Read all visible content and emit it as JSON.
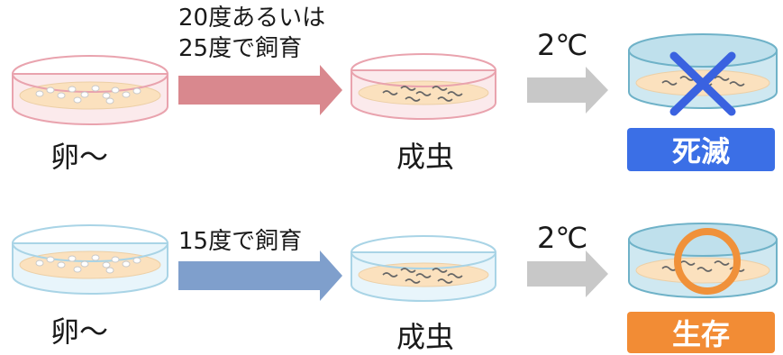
{
  "colors": {
    "warm_dish_rim": "#e9a3ae",
    "warm_dish_wall": "#fbeaec",
    "cool_dish_rim": "#a9d4e6",
    "cool_dish_wall": "#e8f5fb",
    "cold_dish_rim": "#6fb2c8",
    "cold_dish_wall": "#cfe8f1",
    "medium": "#fbe1be",
    "warm_arrow": "#d9888e",
    "cool_arrow": "#7f9fcc",
    "cold_arrow": "#c8c8c8",
    "death_mark": "#3a62e0",
    "survive_mark": "#f0913a",
    "death_badge": "#3b6fe6",
    "survive_badge": "#f28c35"
  },
  "rows": [
    {
      "start_label": "卵〜",
      "rearing_condition": [
        "20度あるいは",
        "25度で飼育"
      ],
      "adult_label": "成虫",
      "cold_treatment": "2℃",
      "outcome_mark": "cross-icon",
      "outcome_label": "死滅"
    },
    {
      "start_label": "卵〜",
      "rearing_condition": [
        "15度で飼育"
      ],
      "adult_label": "成虫",
      "cold_treatment": "2℃",
      "outcome_mark": "circle-icon",
      "outcome_label": "生存"
    }
  ]
}
